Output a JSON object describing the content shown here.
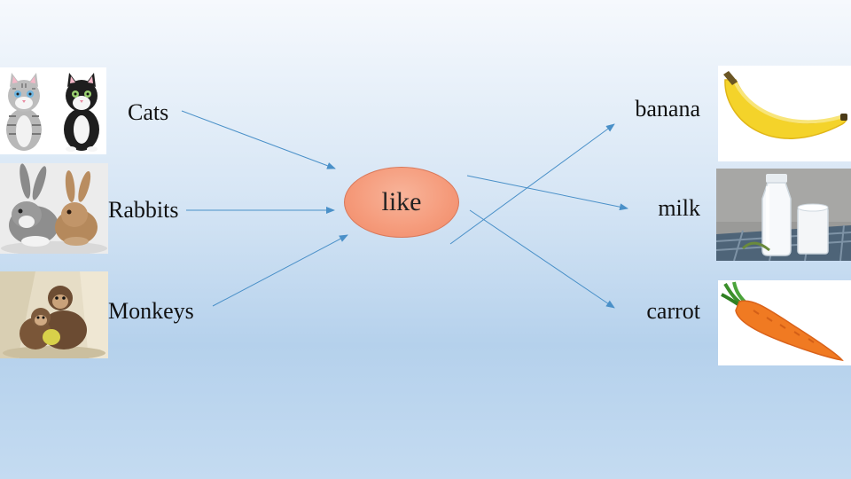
{
  "center": {
    "label": "like"
  },
  "animals": [
    {
      "label": "Cats",
      "picture": "cats-image"
    },
    {
      "label": "Rabbits",
      "picture": "rabbits-image"
    },
    {
      "label": "Monkeys",
      "picture": "monkeys-image"
    }
  ],
  "foods": [
    {
      "label": "banana",
      "picture": "banana-image"
    },
    {
      "label": "milk",
      "picture": "milk-image"
    },
    {
      "label": "carrot",
      "picture": "carrot-image"
    }
  ],
  "colors": {
    "arrow": "#4a90c8",
    "oval_fill": "#f59a7a",
    "oval_border": "#d9785a"
  }
}
